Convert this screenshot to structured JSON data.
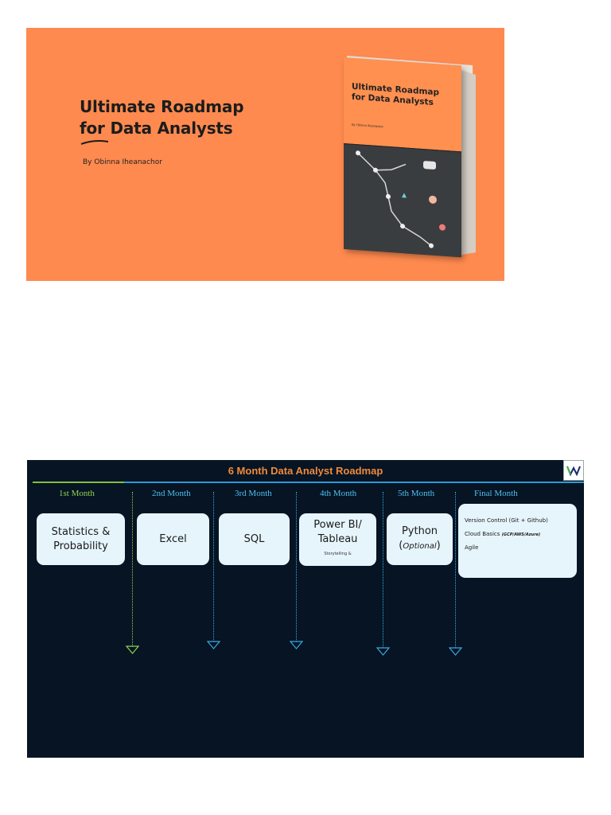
{
  "cover": {
    "title_line1": "Ultimate Roadmap",
    "title_line2": "for Data Analysts",
    "author": "By Obinna Iheanachor",
    "book": {
      "title_line1": "Ultimate Roadmap",
      "title_line2": "for Data Analysts",
      "author": "By Obinna Iheanachor"
    }
  },
  "roadmap": {
    "title": "6 Month Data Analyst Roadmap",
    "logo_letter": "W",
    "months": [
      "1st Month",
      "2nd Month",
      "3rd Month",
      "4th Month",
      "5th Month",
      "Final Month"
    ],
    "cards": {
      "stats_line1": "Statistics &",
      "stats_line2": "Probability",
      "excel": "Excel",
      "sql": "SQL",
      "powerbi_line1": "Power BI/",
      "powerbi_line2": "Tableau",
      "powerbi_sub": "Storytelling &",
      "python": "Python",
      "python_optional": "Optional"
    },
    "final": {
      "version_control": "Version Control",
      "version_control_detail": "(Git + Github)",
      "cloud": "Cloud Basics",
      "cloud_detail": "(GCP/AWS/Azure)",
      "agile": "Agile"
    },
    "colors": {
      "background": "#061424",
      "title": "#f08a3a",
      "first_month": "#8ed44f",
      "month": "#4fc0ef",
      "card": "#e6f5fc"
    }
  }
}
